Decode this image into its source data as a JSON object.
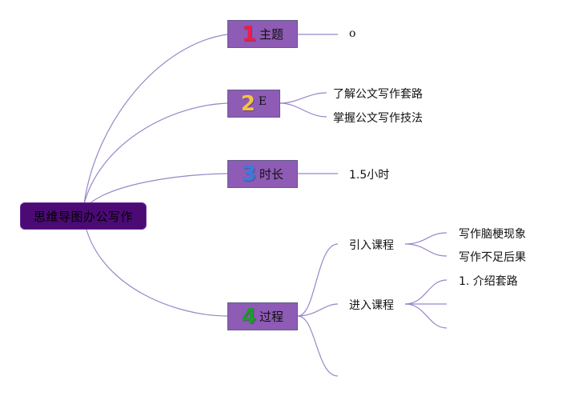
{
  "root": {
    "label": "思维导图办公写作"
  },
  "topics": [
    {
      "number": "1",
      "number_color": "#e8204a",
      "label": "主题",
      "children": [
        {
          "label": "o"
        }
      ]
    },
    {
      "number": "2",
      "number_color": "#f5c342",
      "label": "E",
      "children": [
        {
          "label": "了解公文写作套路"
        },
        {
          "label": "掌握公文写作技法"
        }
      ]
    },
    {
      "number": "3",
      "number_color": "#2f7fe0",
      "label": "时长",
      "children": [
        {
          "label": "1.5小时"
        }
      ]
    },
    {
      "number": "4",
      "number_color": "#1f9a2e",
      "label": "过程",
      "children": [
        {
          "label": "引入课程",
          "children": [
            {
              "label": "写作脑梗现象"
            },
            {
              "label": "写作不足后果"
            }
          ]
        },
        {
          "label": "进入课程",
          "children": [
            {
              "label": "1. 介绍套路"
            },
            {
              "label": ""
            },
            {
              "label": ""
            }
          ]
        },
        {
          "label": ""
        }
      ]
    }
  ],
  "colors": {
    "root_bg": "#4b0a74",
    "topic_bg": "#8e5bb5",
    "line": "#9a86c8"
  }
}
